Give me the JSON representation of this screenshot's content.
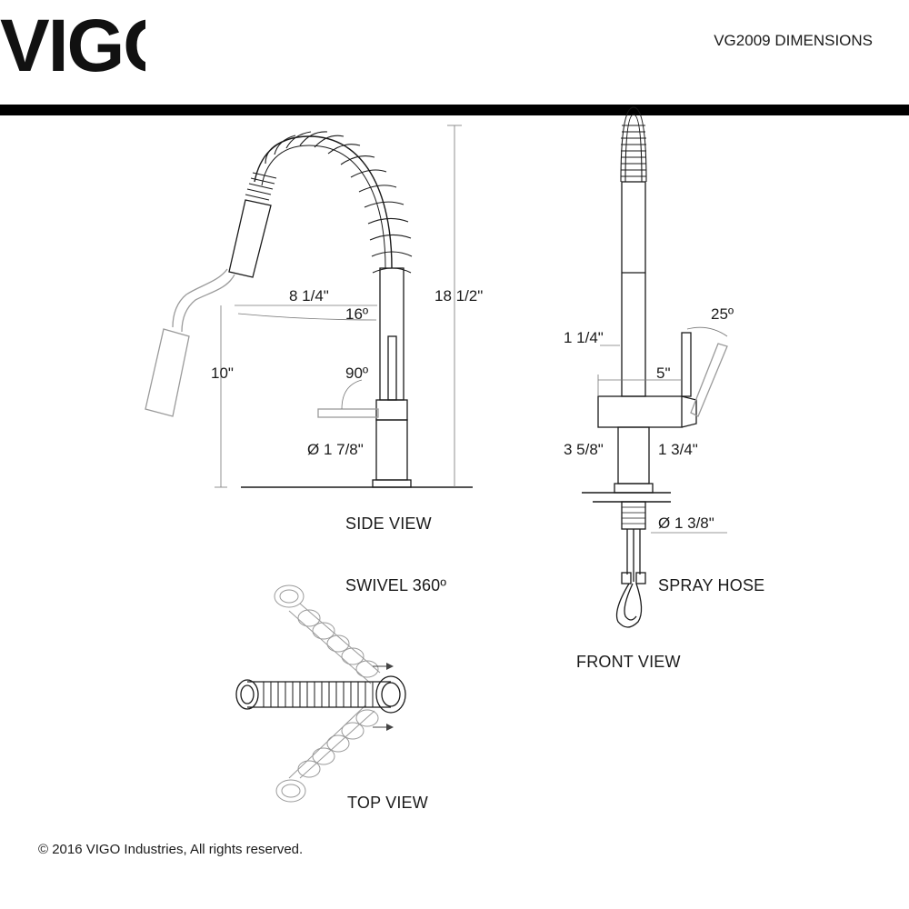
{
  "brand": {
    "logo_text": "VIGO"
  },
  "header": {
    "title": "VG2009 DIMENSIONS"
  },
  "views": {
    "side": {
      "label": "SIDE VIEW",
      "dims": {
        "reach": "8 1/4\"",
        "angle_pull": "16º",
        "height": "18 1/2\"",
        "spout_height": "10\"",
        "handle_angle": "90º",
        "base_diameter": "Ø 1 7/8\""
      }
    },
    "front": {
      "label": "FRONT VIEW",
      "dims": {
        "handle_angle": "25º",
        "handle_width": "1 1/4\"",
        "handle_length": "5\"",
        "body_height": "3 5/8\"",
        "base_height": "1 3/4\"",
        "shank_diameter": "Ø 1 3/8\"",
        "spray_hose": "SPRAY HOSE"
      }
    },
    "top": {
      "label": "TOP VIEW",
      "swivel": "SWIVEL 360º"
    }
  },
  "footer": {
    "copyright": "© 2016 VIGO Industries, All rights reserved."
  },
  "colors": {
    "line": "#1a1a1a",
    "dim_line": "#555555",
    "ghost": "#9a9a9a",
    "bar": "#000000"
  }
}
